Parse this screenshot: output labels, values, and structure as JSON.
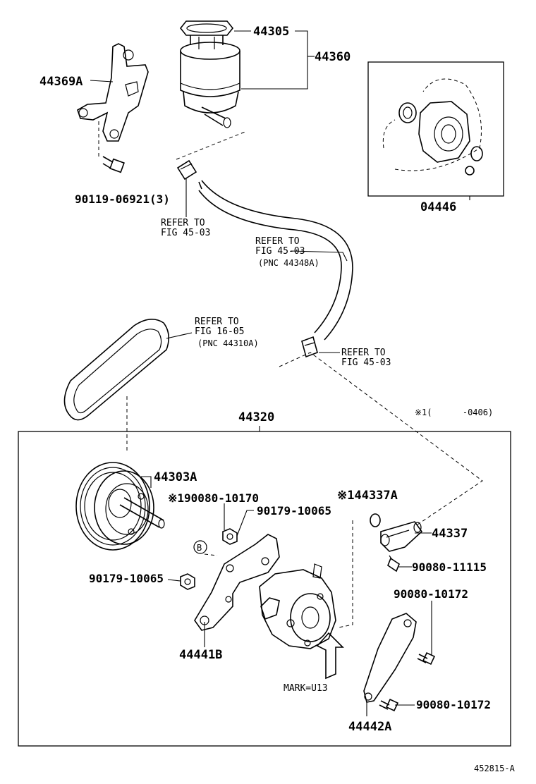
{
  "diagram": {
    "parts": {
      "p44305": "44305",
      "p44360": "44360",
      "p44369A": "44369A",
      "p90119": "90119-06921(3)",
      "p04446": "04446",
      "p44320": "44320",
      "p44303A": "44303A",
      "p90080_10170": "※190080-10170",
      "p90179_a": "90179-10065",
      "p90179_b": "90179-10065",
      "p44337A": "※144337A",
      "p44337": "44337",
      "p90080_11115": "90080-11115",
      "p90080_10172_a": "90080-10172",
      "p90080_10172_b": "90080-10172",
      "p44441B": "44441B",
      "p44442A": "44442A"
    },
    "refs": {
      "r1_line1": "REFER TO",
      "r1_line2": "FIG 45-03",
      "r2_line1": "REFER TO",
      "r2_line2": "FIG 45-03",
      "r2_line3": "(PNC 44348A)",
      "r3_line1": "REFER TO",
      "r3_line2": "FIG 16-05",
      "r3_line3": "(PNC 44310A)",
      "r4_line1": "REFER TO",
      "r4_line2": "FIG 45-03"
    },
    "note": "※1(      -0406)",
    "b_marker": "B",
    "mark_text": "MARK=U13",
    "figure_id": "452815-A"
  }
}
